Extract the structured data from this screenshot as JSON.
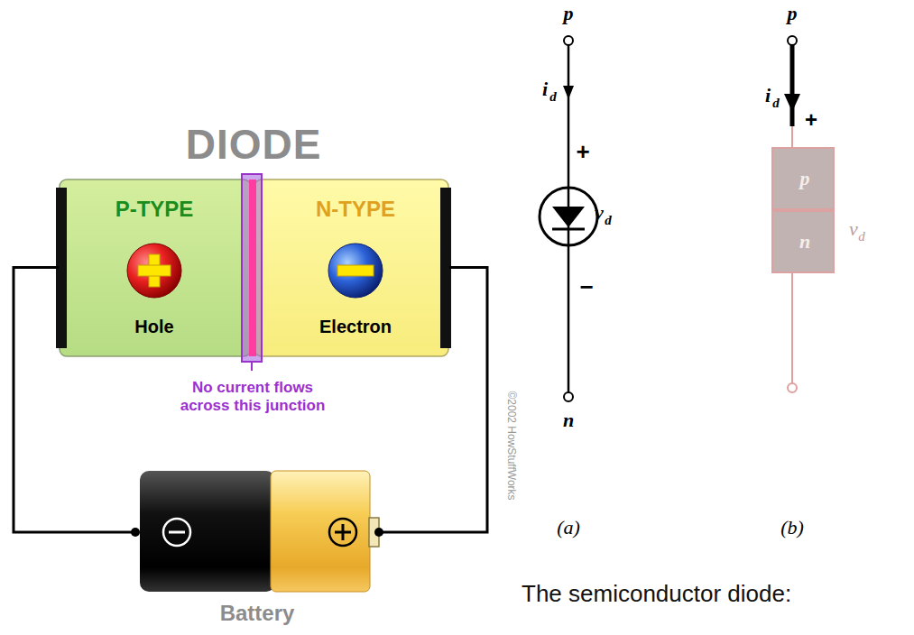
{
  "diagram": {
    "caption": "The semiconductor diode:",
    "nodes": [
      {
        "text": [
          "DIODE"
        ]
      },
      {
        "text": [
          "P-TYPE",
          "Hole"
        ],
        "in": 0
      },
      {
        "text": [
          "N-TYPE",
          "Electron"
        ],
        "in": 0
      },
      {
        "text": [
          "Battery"
        ]
      },
      {
        "text": [
          "p"
        ]
      },
      {
        "text": [
          "n"
        ]
      }
    ],
    "edges": [
      {
        "from": 1,
        "to": 3,
        "arrow": "none"
      },
      {
        "from": 2,
        "to": 3,
        "arrow": "none"
      }
    ],
    "labels": [
      "No current flows across this junction",
      "©2002 HowStuffWorks",
      "p",
      "i",
      "d",
      "+",
      "v",
      "d",
      "−",
      "n",
      "(a)",
      "p",
      "i",
      "d",
      "+",
      "v",
      "d",
      "(b)"
    ]
  }
}
